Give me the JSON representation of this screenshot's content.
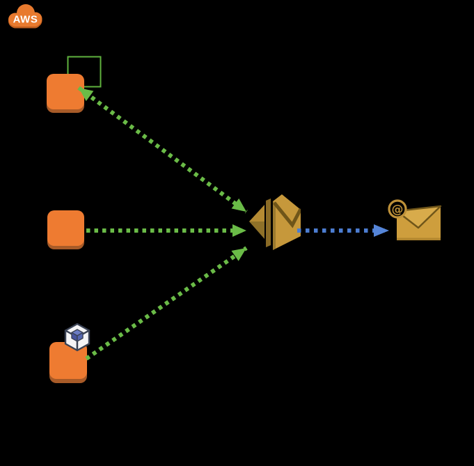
{
  "aws_badge": {
    "label": "AWS"
  },
  "email_target": {
    "at_symbol": "@"
  },
  "diagram": {
    "node_count": 3,
    "flow": "three service nodes send events to Amazon SES which delivers email"
  },
  "colors": {
    "background": "#000000",
    "aws_cloud": "#E87A2E",
    "aws_cloud_shadow": "#C2601F",
    "aws_label": "#FFFFFF",
    "service_box": "#EE7B31",
    "service_box_shadow": "#A85B28",
    "connector_green": "#6ABB47",
    "loop_square_green": "#5FB23E",
    "connector_blue": "#4C7DD1",
    "connector_blue_head": "#5585D8",
    "ses_gold": "#C6983B",
    "ses_gold_mid": "#9C7A2E",
    "ses_gold_dark": "#8A6B26",
    "ses_outline_dark": "#6F5519",
    "envelope_body": "#CE9E3D",
    "envelope_flap": "#D8AB4B",
    "envelope_bottom": "#B3872F",
    "envelope_outline": "#6F5519",
    "at_badge_gold": "#BE9139",
    "cube_outline": "#3A4254",
    "cube_face": "#F4F4F6",
    "cube_top_blue": "#6B7CC4",
    "cube_side_blue": "#5566B0",
    "cube_side_blue_dark": "#46549E"
  },
  "icons": {
    "logo": "aws-cloud-badge",
    "sources": "orange-service-square",
    "loop": "loop-rectangle",
    "package": "package-cube-icon",
    "center": "amazon-ses-icon",
    "target": "email-envelope-icon",
    "badge": "at-symbol-icon"
  }
}
